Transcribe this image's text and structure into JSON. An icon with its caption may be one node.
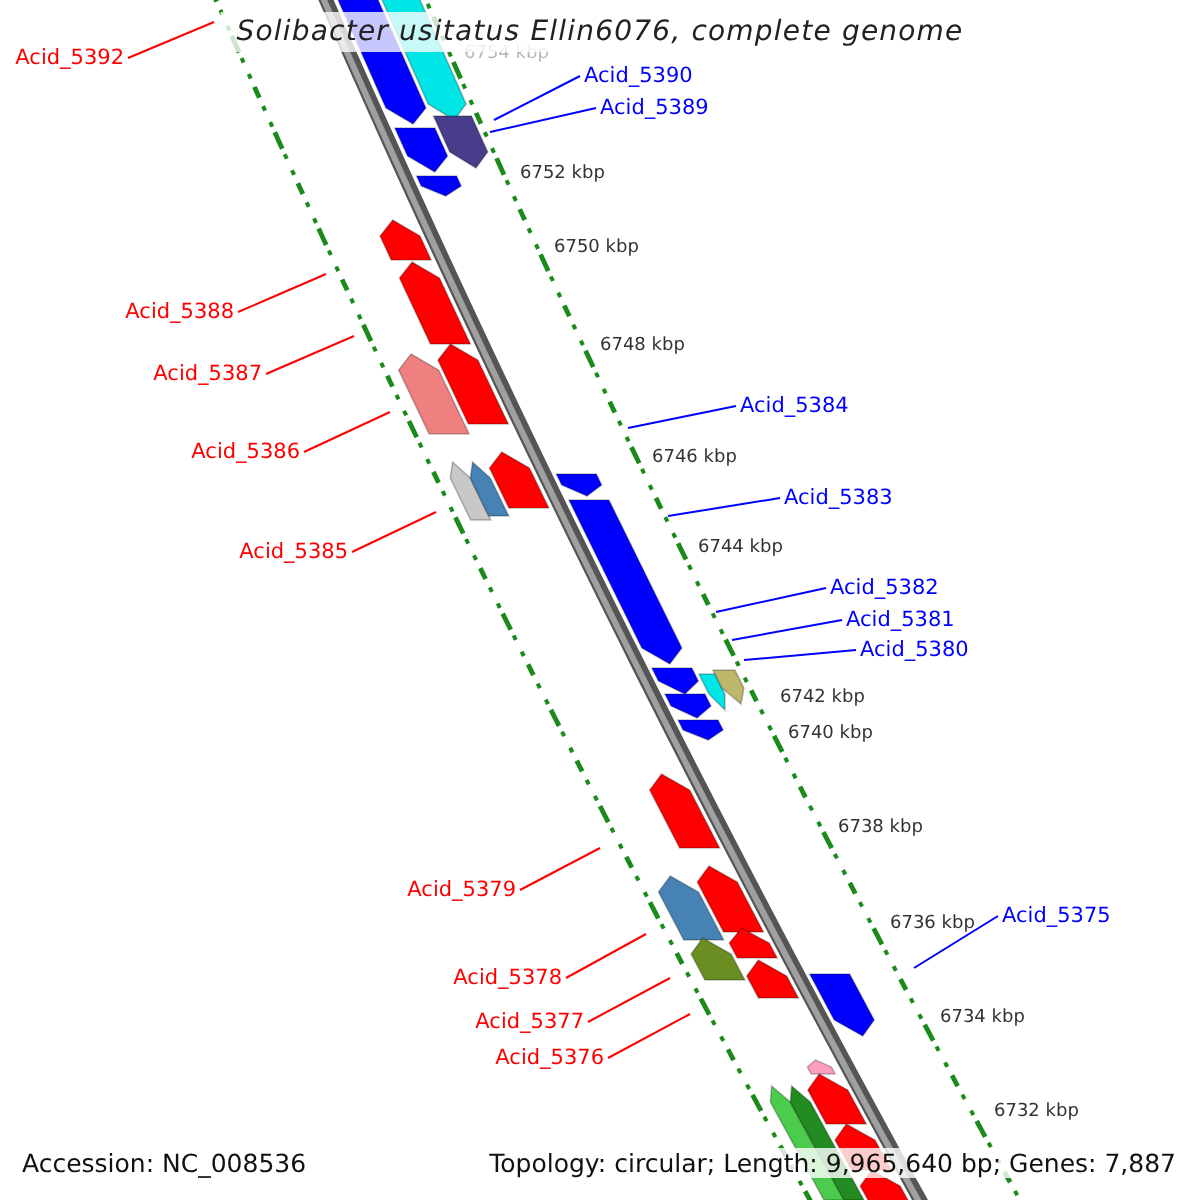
{
  "diagram": {
    "title": "Solibacter usitatus Ellin6076, complete genome",
    "nodes": [
      {
        "text": [
          "Acid_5392"
        ]
      },
      {
        "text": [
          "Acid_5390"
        ]
      },
      {
        "text": [
          "Acid_5389"
        ]
      },
      {
        "text": [
          "Acid_5388"
        ]
      },
      {
        "text": [
          "Acid_5387"
        ]
      },
      {
        "text": [
          "Acid_5384"
        ]
      },
      {
        "text": [
          "Acid_5386"
        ]
      },
      {
        "text": [
          "Acid_5383"
        ]
      },
      {
        "text": [
          "Acid_5385"
        ]
      },
      {
        "text": [
          "Acid_5382"
        ]
      },
      {
        "text": [
          "Acid_5381"
        ]
      },
      {
        "text": [
          "Acid_5380"
        ]
      },
      {
        "text": [
          "Acid_5379"
        ]
      },
      {
        "text": [
          "Acid_5375"
        ]
      },
      {
        "text": [
          "Acid_5378"
        ]
      },
      {
        "text": [
          "Acid_5377"
        ]
      },
      {
        "text": [
          "Acid_5376"
        ]
      }
    ],
    "edges": [
      {
        "from": 0,
        "to": null,
        "arrow": "none",
        "color": "#ff0000"
      },
      {
        "from": 1,
        "to": null,
        "arrow": "none",
        "color": "#0000ff"
      },
      {
        "from": 2,
        "to": null,
        "arrow": "none",
        "color": "#0000ff"
      },
      {
        "from": 3,
        "to": null,
        "arrow": "none",
        "color": "#ff0000"
      },
      {
        "from": 4,
        "to": null,
        "arrow": "none",
        "color": "#ff0000"
      },
      {
        "from": 5,
        "to": null,
        "arrow": "none",
        "color": "#0000ff"
      },
      {
        "from": 6,
        "to": null,
        "arrow": "none",
        "color": "#ff0000"
      },
      {
        "from": 7,
        "to": null,
        "arrow": "none",
        "color": "#0000ff"
      },
      {
        "from": 8,
        "to": null,
        "arrow": "none",
        "color": "#ff0000"
      },
      {
        "from": 9,
        "to": null,
        "arrow": "none",
        "color": "#0000ff"
      },
      {
        "from": 10,
        "to": null,
        "arrow": "none",
        "color": "#0000ff"
      },
      {
        "from": 11,
        "to": null,
        "arrow": "none",
        "color": "#0000ff"
      },
      {
        "from": 12,
        "to": null,
        "arrow": "none",
        "color": "#ff0000"
      },
      {
        "from": 13,
        "to": null,
        "arrow": "none",
        "color": "#0000ff"
      },
      {
        "from": 14,
        "to": null,
        "arrow": "none",
        "color": "#ff0000"
      },
      {
        "from": 15,
        "to": null,
        "arrow": "none",
        "color": "#ff0000"
      },
      {
        "from": 16,
        "to": null,
        "arrow": "none",
        "color": "#ff0000"
      }
    ],
    "labels": [
      "6754 kbp",
      "6752 kbp",
      "6750 kbp",
      "6748 kbp",
      "6746 kbp",
      "6744 kbp",
      "6742 kbp",
      "6740 kbp",
      "6738 kbp",
      "6736 kbp",
      "6734 kbp",
      "6732 kbp",
      "Accession: NC_008536",
      "Topology: circular; Length: 9,965,640 bp; Genes: 7,887"
    ]
  }
}
